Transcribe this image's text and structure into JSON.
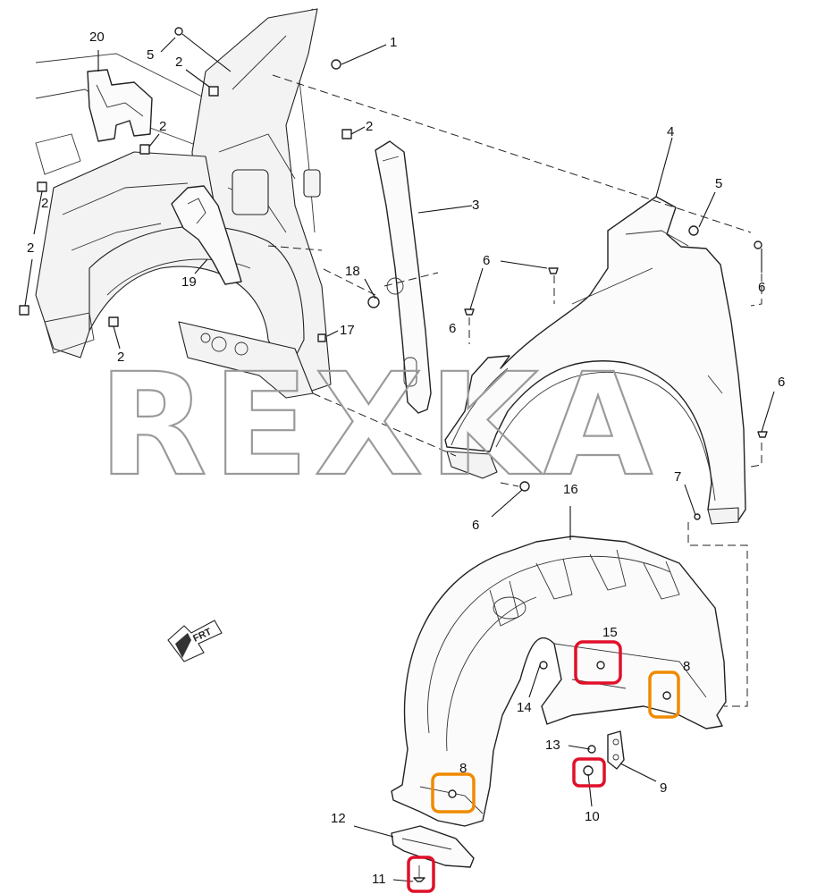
{
  "watermark": "REXKA",
  "direction_label": "FRT",
  "callouts": [
    "1",
    "2",
    "2",
    "2",
    "2",
    "2",
    "2",
    "3",
    "4",
    "5",
    "5",
    "6",
    "6",
    "6",
    "6",
    "6",
    "7",
    "8",
    "8",
    "9",
    "10",
    "11",
    "12",
    "13",
    "14",
    "15",
    "16",
    "17",
    "18",
    "19",
    "20"
  ],
  "highlights": {
    "red_color": "#e0102a",
    "orange_color": "#f08a00",
    "red_parts": [
      "15",
      "10",
      "11"
    ],
    "orange_parts": [
      "8",
      "8"
    ]
  }
}
